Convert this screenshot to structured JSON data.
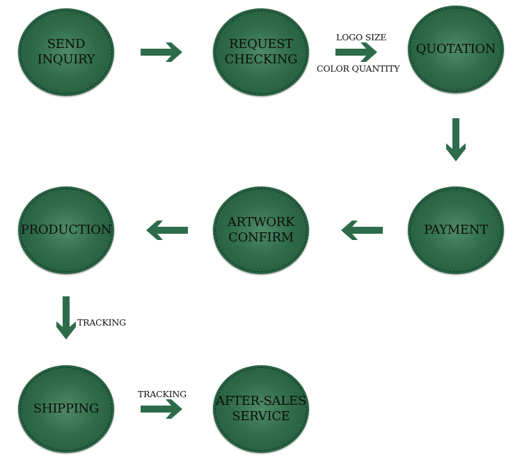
{
  "colors": {
    "node_fill": "#2f6b49",
    "arrow": "#2d6b4b",
    "text": "#0d0d0d"
  },
  "nodes": {
    "send_inquiry": "SEND\nINQUIRY",
    "request_checking": "REQUEST\nCHECKING",
    "quotation": "QUOTATION",
    "payment": "PAYMENT",
    "artwork_confirm": "ARTWORK\nCONFIRM",
    "production": "PRODUCTION",
    "shipping": "SHIPPING",
    "after_sales": "AFTER-SALES\nSERVICE"
  },
  "notes": {
    "logo_size": "LOGO SIZE",
    "color_quantity": "COLOR QUANTITY",
    "tracking_down": "TRACKING",
    "tracking_right": "TRACKING"
  }
}
